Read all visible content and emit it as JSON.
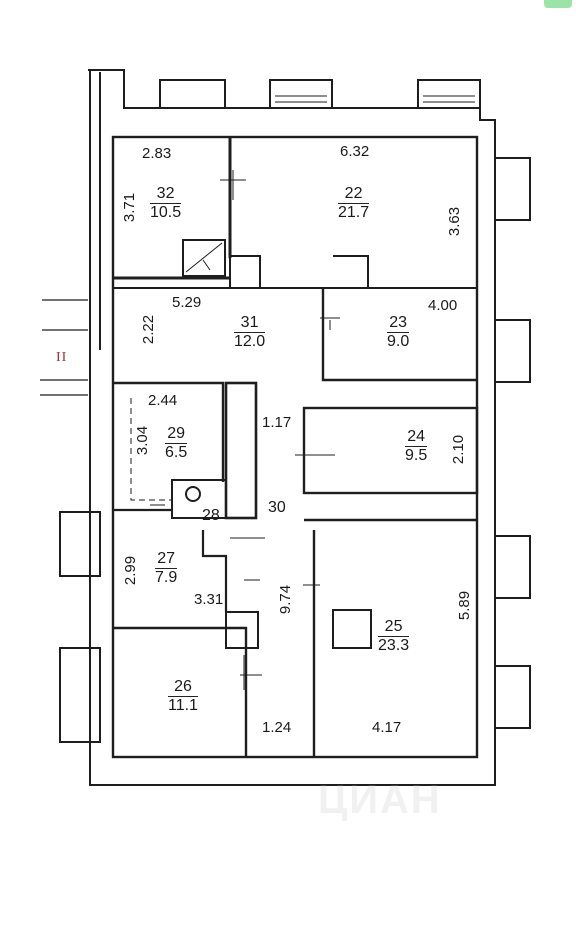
{
  "plan": {
    "axis_marker": "II",
    "rooms": [
      {
        "id": "room-32",
        "number": "32",
        "area": "10.5"
      },
      {
        "id": "room-22",
        "number": "22",
        "area": "21.7"
      },
      {
        "id": "room-31",
        "number": "31",
        "area": "12.0"
      },
      {
        "id": "room-23",
        "number": "23",
        "area": "9.0"
      },
      {
        "id": "room-29",
        "number": "29",
        "area": "6.5"
      },
      {
        "id": "room-24",
        "number": "24",
        "area": "9.5"
      },
      {
        "id": "room-27",
        "number": "27",
        "area": "7.9"
      },
      {
        "id": "room-25",
        "number": "25",
        "area": "23.3"
      },
      {
        "id": "room-26",
        "number": "26",
        "area": "11.1"
      }
    ],
    "room_labels_single": {
      "r28": "28",
      "r30": "30"
    },
    "dimensions": {
      "d_2_83": "2.83",
      "d_6_32": "6.32",
      "d_3_71": "3.71",
      "d_3_63": "3.63",
      "d_5_29": "5.29",
      "d_2_22": "2.22",
      "d_4_00": "4.00",
      "d_2_44": "2.44",
      "d_3_04": "3.04",
      "d_1_17": "1.17",
      "d_2_10": "2.10",
      "d_2_99": "2.99",
      "d_3_31": "3.31",
      "d_9_74": "9.74",
      "d_5_89": "5.89",
      "d_1_24": "1.24",
      "d_4_17": "4.17"
    },
    "watermark": "ЦИАН"
  }
}
